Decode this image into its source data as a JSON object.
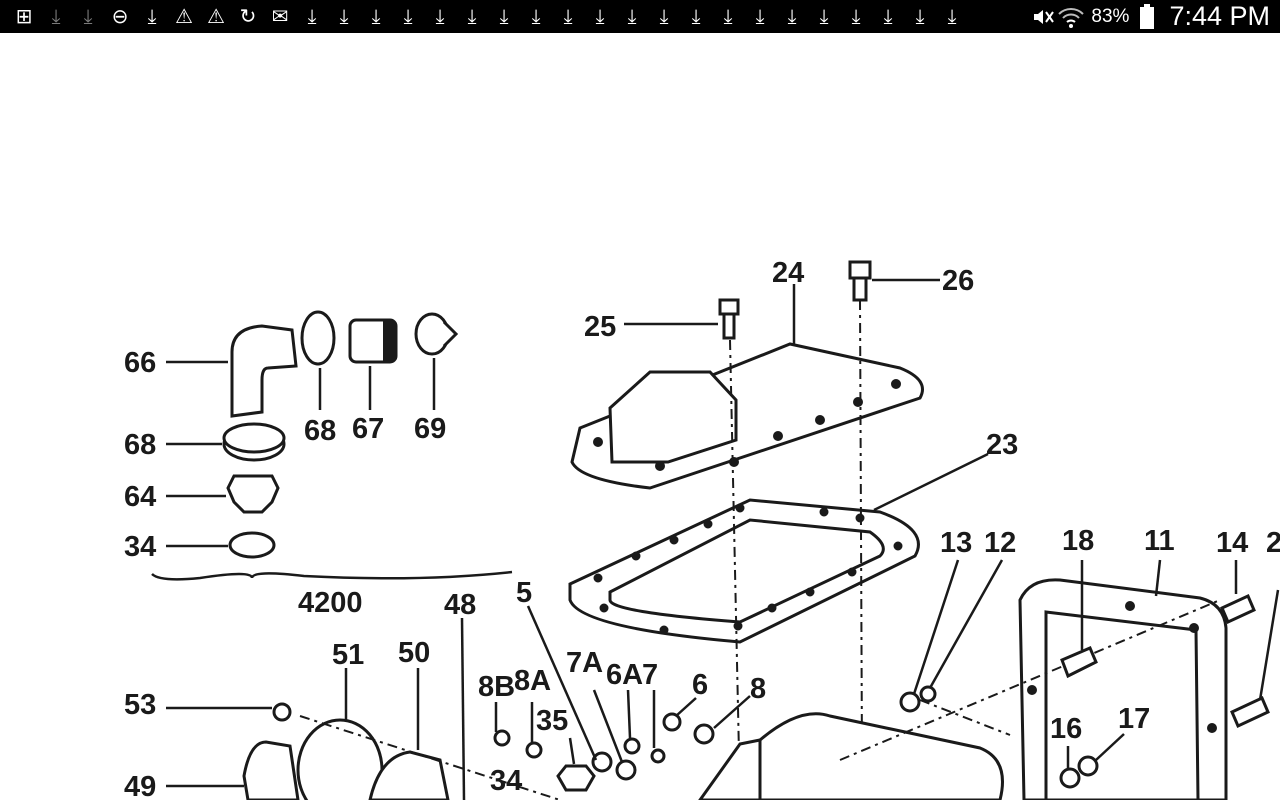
{
  "status_bar": {
    "notification_icons": [
      "add-box-icon",
      "download-dim-icon",
      "download-dim-icon",
      "do-not-disturb-icon",
      "download-icon",
      "warning-icon",
      "warning-icon",
      "sync-icon",
      "mail-icon",
      "download-icon",
      "download-icon",
      "download-icon",
      "download-icon",
      "download-icon",
      "download-icon",
      "download-icon",
      "download-icon",
      "download-icon",
      "download-icon",
      "download-icon",
      "download-icon",
      "download-icon",
      "download-icon",
      "download-icon",
      "download-icon",
      "download-icon",
      "download-icon",
      "download-icon",
      "download-icon",
      "download-icon"
    ],
    "battery_percent": "83%",
    "time": "7:44 PM"
  },
  "diagram": {
    "labels": [
      "66",
      "68",
      "67",
      "69",
      "68",
      "64",
      "34",
      "4200",
      "25",
      "24",
      "26",
      "23",
      "5",
      "48",
      "51",
      "50",
      "53",
      "49",
      "8B",
      "8A",
      "35",
      "7A",
      "6A",
      "7",
      "6",
      "8",
      "34",
      "13",
      "12",
      "18",
      "11",
      "14",
      "2",
      "16",
      "17"
    ]
  },
  "colors": {
    "ink": "#1a1a1a",
    "background": "#ffffff",
    "status_bar": "#000000"
  }
}
